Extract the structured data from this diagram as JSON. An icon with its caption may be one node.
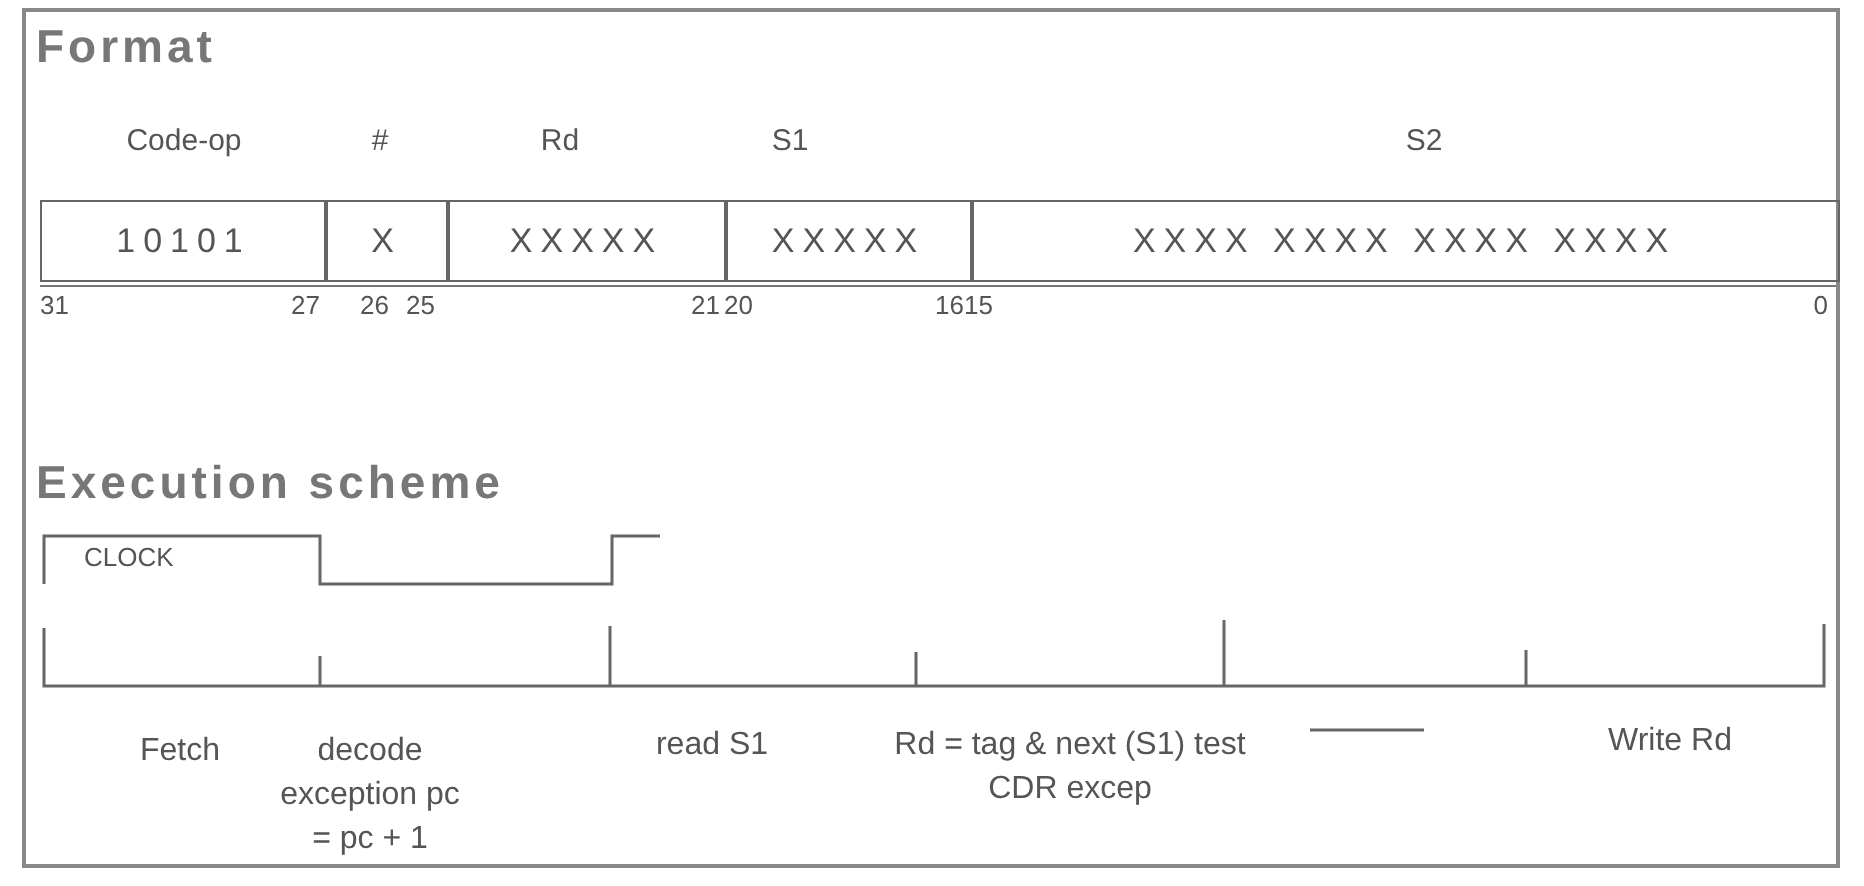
{
  "diagram": {
    "title": "Format",
    "nodes": [
      {
        "text": [
          "10101"
        ]
      },
      {
        "text": [
          "X"
        ]
      },
      {
        "text": [
          "XXXXX"
        ]
      },
      {
        "text": [
          "XXXXX"
        ]
      },
      {
        "text": [
          "XXXX XXXX XXXX XXXX"
        ]
      }
    ],
    "edges": [],
    "labels": [
      "Code-op",
      "#",
      "Rd",
      "S1",
      "S2",
      "31",
      "27",
      "26",
      "25",
      "21",
      "20",
      "16",
      "15",
      "0",
      "Execution scheme",
      "CLOCK",
      "Fetch",
      "decode exception pc = pc + 1",
      "read S1",
      "Rd = tag & next (S1) test CDR excep",
      "Write Rd"
    ]
  }
}
